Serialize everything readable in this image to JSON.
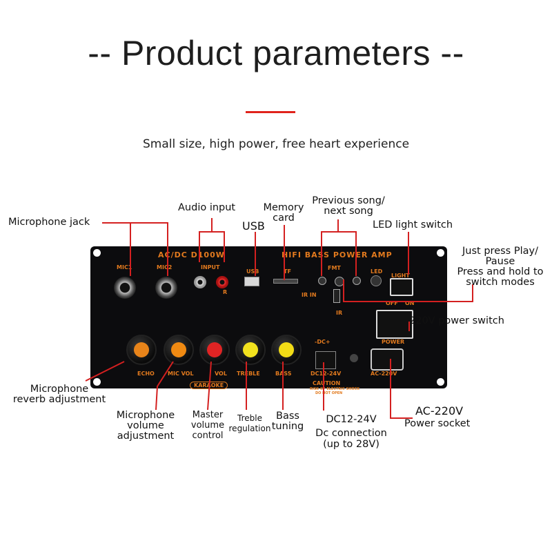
{
  "title": "-- Product parameters --",
  "subtitle": "Small size, high power, free heart experience",
  "labels": {
    "mic_jack": "Microphone jack",
    "audio_input": "Audio input",
    "usb": "USB",
    "memory_card_1": "Memory",
    "memory_card_2": "card",
    "prev_next_1": "Previous song/",
    "prev_next_2": "next song",
    "led_switch": "LED light switch",
    "play_1": "Just press Play/",
    "play_2": "Pause",
    "play_3": "Press and hold to",
    "play_4": "switch modes",
    "power_switch": "220V power switch",
    "reverb_1": "Microphone",
    "reverb_2": "reverb adjustment",
    "mic_vol_1": "Microphone",
    "mic_vol_2": "volume",
    "mic_vol_3": "adjustment",
    "master_1": "Master",
    "master_2": "volume",
    "master_3": "control",
    "treble_1": "Treble",
    "treble_2": "regulation",
    "bass_1": "Bass",
    "bass_2": "tuning",
    "dc_1": "DC12-24V",
    "dc_2": "Dc connection",
    "dc_3": "(up to 28V)",
    "ac_1": "AC-220V",
    "ac_2": "Power socket"
  },
  "panel": {
    "header_left": "AC/DC D100W",
    "header_right": "HIFI BASS POWER AMP",
    "mic1": "MIC1",
    "mic2": "MIC2",
    "input": "INPUT",
    "r": "R",
    "usb": "USB",
    "tf": "TF",
    "fmt": "FMT",
    "led": "LED",
    "light": "LIGHT",
    "ir_in": "IR IN",
    "ir": "IR",
    "off": "OFF",
    "on": "ON",
    "power": "POWER",
    "dc_plus": "-DC+",
    "echo": "ECHO",
    "mic_vol": "MIC VOL",
    "vol": "VOL",
    "treble": "TREBLE",
    "bass": "BASS",
    "dc_rating": "DC12-24V",
    "ac_rating": "AC-220V",
    "karaoke": "KARAOKE",
    "caution": "CAUTION",
    "caution_2": "RISK OF ELECTRIC SHOCK",
    "caution_3": "DO NOT OPEN"
  },
  "colors": {
    "accent_line": "#e0231b",
    "leader_lines": "#d42020",
    "silkscreen": "#e27a1e",
    "knob_echo": "#e8841a",
    "knob_mic_vol": "#f08a12",
    "knob_vol": "#e02424",
    "knob_treble": "#f2e21e",
    "knob_bass": "#f2dc16"
  }
}
